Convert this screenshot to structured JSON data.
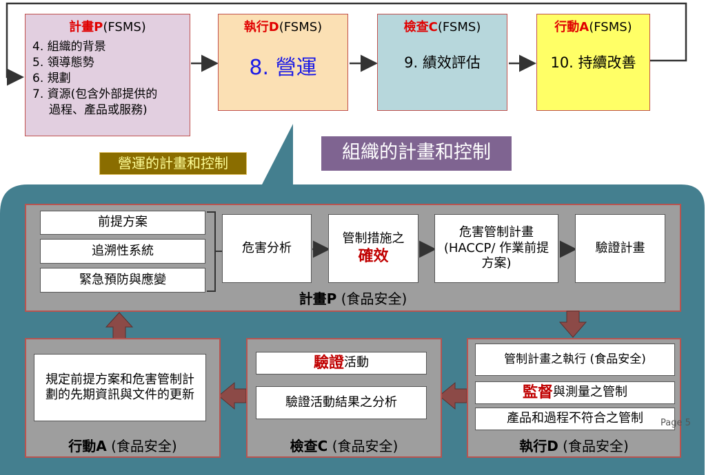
{
  "top": {
    "plan": {
      "letter": "計畫P",
      "suffix": "(FSMS)",
      "items": [
        "4. 組織的背景",
        "5. 領導態勢",
        "6. 規劃",
        "7. 資源(包含外部提供的",
        "過程、產品或服務)"
      ]
    },
    "do": {
      "letter": "執行D",
      "suffix": "(FSMS)",
      "content": "8. 營運"
    },
    "check": {
      "letter": "檢查C",
      "suffix": "(FSMS)",
      "content": "9. 績效評估"
    },
    "act": {
      "letter": "行動A",
      "suffix": "(FSMS)",
      "content": "10. 持續改善"
    }
  },
  "labels": {
    "operation_planning": "營運的計畫和控制",
    "org_planning": "組織的計畫和控制"
  },
  "plan_section": {
    "stack": [
      "前提方案",
      "追溯性系統",
      "緊急預防與應變"
    ],
    "hazard_analysis": "危害分析",
    "control_measure_prefix": "管制措施之",
    "control_measure_emph": "確效",
    "haccp_plan": "危害管制計畫 (HACCP/ 作業前提方案)",
    "verification_plan": "驗證計畫",
    "label_bold": "計畫P",
    "label_rest": "(食品安全)"
  },
  "do_section": {
    "box1": "管制計畫之執行 (食品安全)",
    "box2_emph": "監督",
    "box2_rest": "與測量之管制",
    "box3": "產品和過程不符合之管制",
    "label_bold": "執行D",
    "label_rest": "(食品安全)"
  },
  "check_section": {
    "box1_emph": "驗證",
    "box1_rest": "活動",
    "box2": "驗證活動結果之分析",
    "label_bold": "檢查C",
    "label_rest": "(食品安全)"
  },
  "act_section": {
    "box": "規定前提方案和危害管制計劃的先期資訊與文件的更新",
    "label_bold": "行動A",
    "label_rest": "(食品安全)"
  },
  "page_label": "Page 5",
  "colors": {
    "teal": "#447f8f",
    "plan": "#e2cfe0",
    "do": "#fbe0b4",
    "check": "#b7d7dc",
    "act": "#ffff66",
    "arrow": "#8c4a47",
    "olive": "#8a6d00",
    "purple": "#7f6491"
  }
}
